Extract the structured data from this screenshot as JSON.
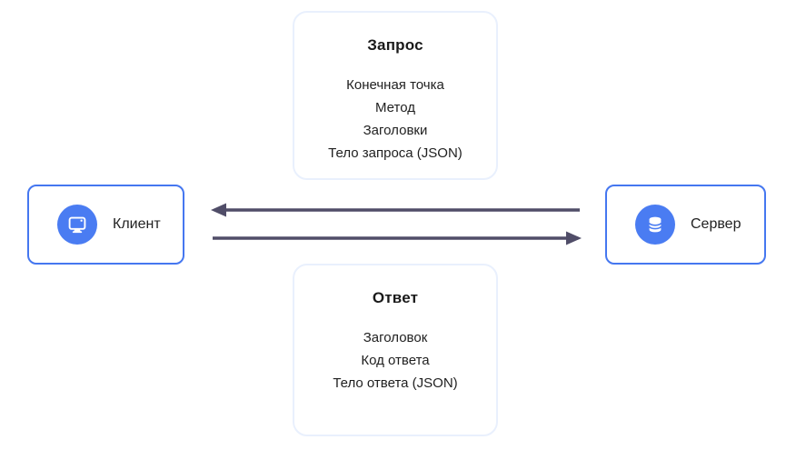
{
  "request_card": {
    "title": "Запрос",
    "items": [
      "Конечная точка",
      "Метод",
      "Заголовки",
      "Тело запроса (JSON)"
    ]
  },
  "response_card": {
    "title": "Ответ",
    "items": [
      "Заголовок",
      "Код ответа",
      "Тело ответа (JSON)"
    ]
  },
  "client_node": {
    "label": "Клиент",
    "icon": "monitor-icon"
  },
  "server_node": {
    "label": "Сервер",
    "icon": "database-icon"
  },
  "arrows": {
    "top": {
      "direction": "left",
      "from": "server",
      "to": "client"
    },
    "bottom": {
      "direction": "right",
      "from": "client",
      "to": "server"
    }
  },
  "colors": {
    "node_border": "#4577f0",
    "icon_circle": "#4a7cf2",
    "card_border": "#e9f0fd",
    "arrow": "#504d68",
    "text": "#1f1f1f"
  }
}
